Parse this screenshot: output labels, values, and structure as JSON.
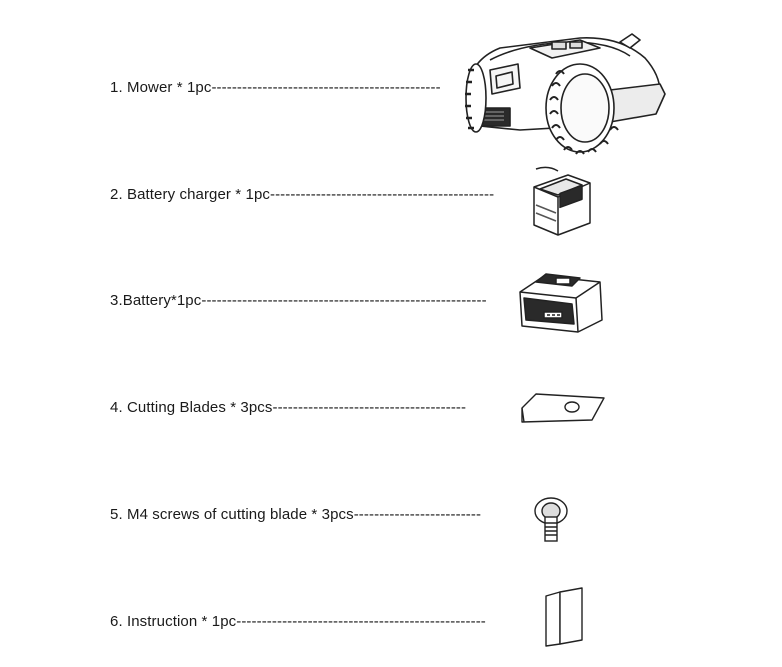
{
  "items": [
    {
      "label": "1. Mower * 1pc---------------------------------------------",
      "icon": "mower-icon"
    },
    {
      "label": "2. Battery charger * 1pc--------------------------------------------",
      "icon": "battery-charger-icon"
    },
    {
      "label": "3.Battery*1pc--------------------------------------------------------",
      "icon": "battery-icon"
    },
    {
      "label": "4. Cutting Blades * 3pcs--------------------------------------",
      "icon": "cutting-blade-icon"
    },
    {
      "label": "5. M4 screws of cutting blade * 3pcs-------------------------",
      "icon": "m4-screw-icon"
    },
    {
      "label": "6. Instruction * 1pc-------------------------------------------------",
      "icon": "instruction-booklet-icon"
    }
  ]
}
